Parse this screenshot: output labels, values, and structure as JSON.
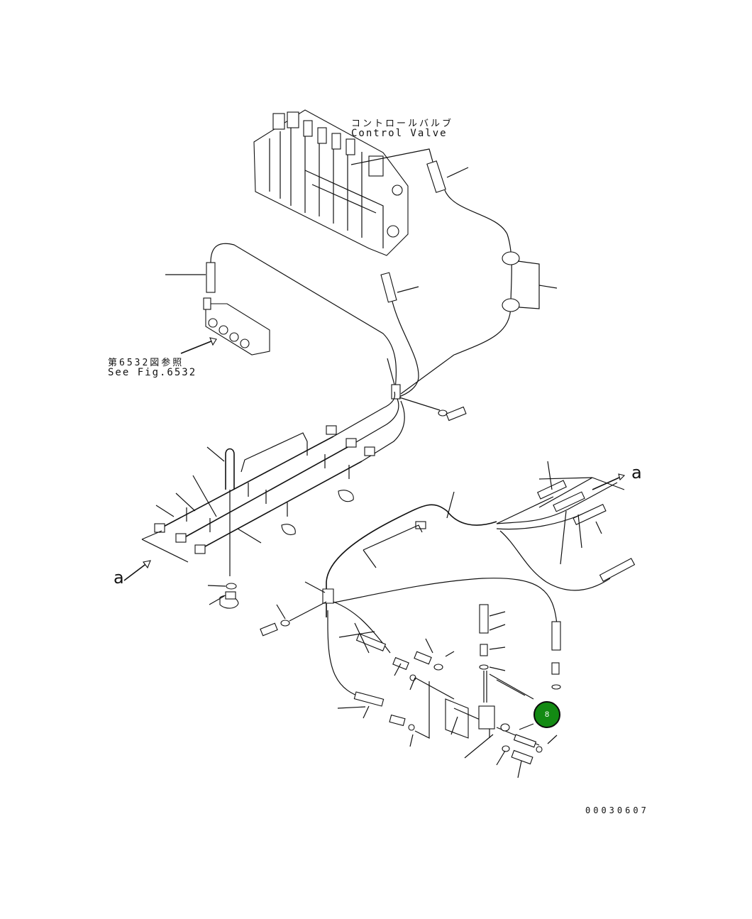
{
  "labels": {
    "control_valve_jp": "コントロールバルブ",
    "control_valve_en": "Control Valve",
    "see_fig_jp": "第6532図参照",
    "see_fig_en": "See Fig.6532",
    "view_a_right": "a",
    "view_a_left": "a"
  },
  "callout": {
    "number": "8",
    "color": "#138a13"
  },
  "figure_number": "00030607"
}
